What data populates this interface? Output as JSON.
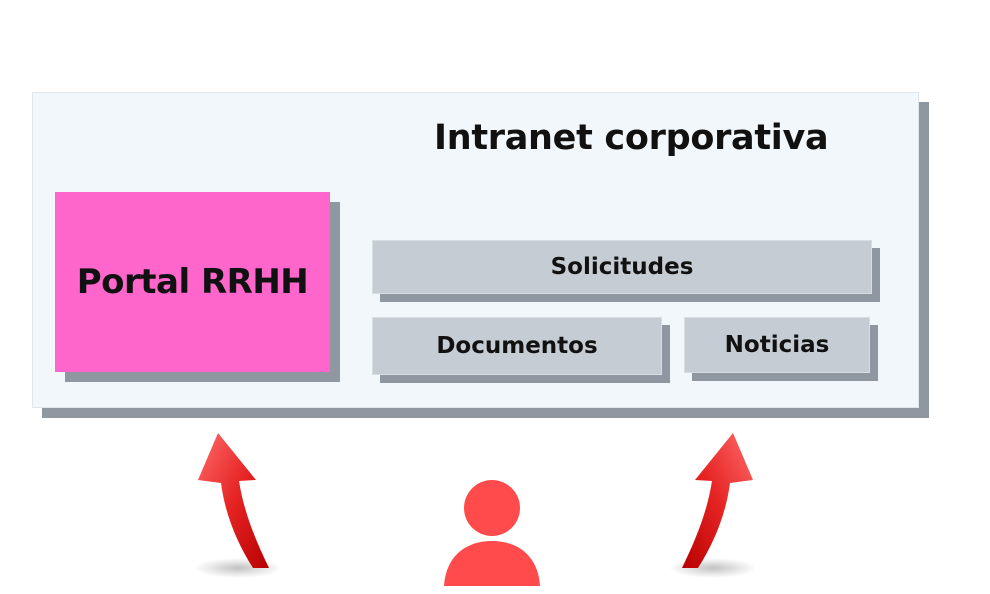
{
  "intranet": {
    "title": "Intranet corporativa"
  },
  "portal": {
    "label": "Portal RRHH"
  },
  "modules": {
    "solicitudes": "Solicitudes",
    "documentos": "Documentos",
    "noticias": "Noticias"
  },
  "icons": {
    "user": "user-icon",
    "arrow": "arrow-up-icon"
  },
  "colors": {
    "intranet_bg": "#f2f7fc",
    "portal": "#ff66cc",
    "module": "#c6ccd3",
    "shadow": "#8f98a0",
    "accent_red": "#ee2c2c"
  }
}
